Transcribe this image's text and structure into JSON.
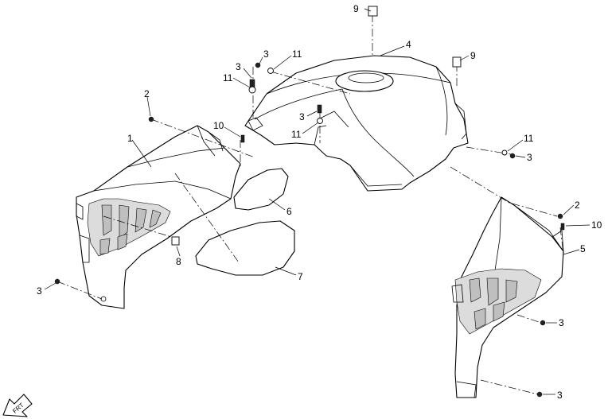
{
  "callouts": {
    "c1": "1",
    "c2a": "2",
    "c2b": "2",
    "c3a": "3",
    "c3b": "3",
    "c3c": "3",
    "c3d": "3",
    "c3e": "3",
    "c3f": "3",
    "c3g": "3",
    "c4": "4",
    "c5": "5",
    "c6": "6",
    "c7": "7",
    "c8": "8",
    "c9a": "9",
    "c9b": "9",
    "c10a": "10",
    "c10b": "10",
    "c11a": "11",
    "c11b": "11",
    "c11c": "11",
    "c11d": "11"
  },
  "front_arrow": {
    "label": "FRT"
  }
}
